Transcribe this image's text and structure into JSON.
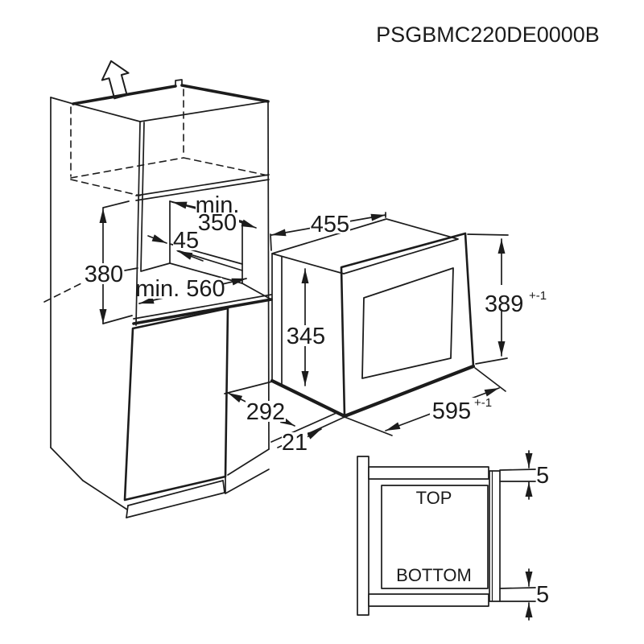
{
  "title": "PSGBMC220DE0000B",
  "colors": {
    "line": "#1c1c1c",
    "text": "#1b1b1b",
    "background": "#ffffff"
  },
  "cabinet_dims": {
    "niche_height": "380",
    "niche_depth_prefix": "min.",
    "niche_depth_value": "350",
    "rear_gap": "45",
    "niche_width": "min. 560"
  },
  "microwave_dims": {
    "top_width": "455",
    "body_height": "345",
    "front_height": "389",
    "front_height_tolerance": "+-1",
    "body_depth": "292",
    "door_offset": "21",
    "front_width": "595",
    "front_width_tolerance": "+-1"
  },
  "section_detail": {
    "top_label": "TOP",
    "bottom_label": "BOTTOM",
    "top_clearance": "5",
    "bottom_clearance": "5"
  }
}
